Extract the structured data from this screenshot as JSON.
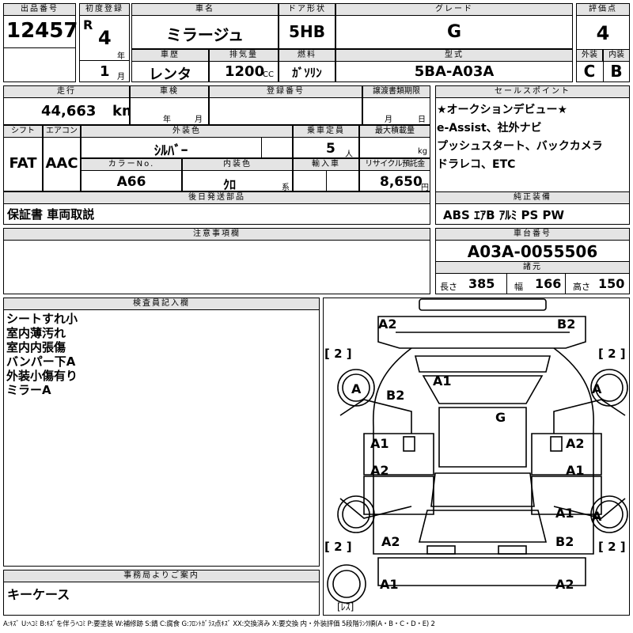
{
  "lot": {
    "label": "出品番号",
    "value": "12457"
  },
  "first_reg": {
    "label": "初度登録",
    "era": "R",
    "year": "4",
    "year_unit": "年",
    "month": "1",
    "month_unit": "月"
  },
  "car_name": {
    "label": "車名",
    "value": "ミラージュ"
  },
  "door": {
    "label": "ドア形状",
    "value": "5HB"
  },
  "grade": {
    "label": "グレード",
    "value": "G"
  },
  "score": {
    "label": "評価点",
    "value": "4"
  },
  "history": {
    "label": "車歴",
    "value": "レンタ"
  },
  "displacement": {
    "label": "排気量",
    "value": "1200",
    "unit": "CC"
  },
  "fuel": {
    "label": "燃料",
    "value": "ｶﾞｿﾘﾝ"
  },
  "model": {
    "label": "型式",
    "value": "5BA-A03A"
  },
  "ext_int": {
    "ext_label": "外装",
    "int_label": "内装",
    "ext_value": "C",
    "int_value": "B"
  },
  "mileage": {
    "label": "走行",
    "value": "44,663",
    "unit": "km"
  },
  "inspection": {
    "label": "車検",
    "year_unit": "年",
    "month_unit": "月"
  },
  "registration": {
    "label": "登録番号"
  },
  "transfer": {
    "label": "譲渡書類期限",
    "month_unit": "月",
    "day_unit": "日"
  },
  "sales_points": {
    "label": "セールスポイント",
    "lines": [
      "★オークションデビュー★",
      "e-Assist、社外ナビ",
      "プッシュスタート、バックカメラ",
      "ドラレコ、ETC"
    ]
  },
  "shift": {
    "label": "シフト",
    "value": "FAT"
  },
  "ac": {
    "label": "エアコン",
    "value": "AAC"
  },
  "ext_color": {
    "label": "外装色",
    "value": "ｼﾙﾊﾞｰ"
  },
  "capacity": {
    "label": "乗車定員",
    "value": "5",
    "unit": "人"
  },
  "max_load": {
    "label": "最大積載量",
    "unit": "kg"
  },
  "color_no": {
    "label": "カラーNo.",
    "value": "A66"
  },
  "int_color": {
    "label": "内装色",
    "value": "ｸﾛ",
    "unit": "系"
  },
  "import": {
    "label": "輸入車"
  },
  "recycle": {
    "label": "リサイクル預託金",
    "value": "8,650",
    "unit": "円"
  },
  "later_parts": {
    "label": "後日発送部品",
    "value": "保証書 車両取説"
  },
  "genuine": {
    "label": "純正装備",
    "value": "ABS ｴｱB ｱﾙﾐ PS PW"
  },
  "notes": {
    "label": "注意事項欄"
  },
  "chassis": {
    "label": "車台番号",
    "value": "A03A-0055506"
  },
  "dims": {
    "label": "諸元",
    "len_label": "長さ",
    "len": "385",
    "wid_label": "幅",
    "wid": "166",
    "hgt_label": "高さ",
    "hgt": "150"
  },
  "inspector": {
    "label": "検査員記入欄",
    "lines": [
      "シートすれ小",
      "室内薄汚れ",
      "室内内張傷",
      "バンパー下A",
      "外装小傷有り",
      "ミラーA"
    ]
  },
  "office": {
    "label": "事務局よりご案内",
    "value": "キーケース"
  },
  "diagram": {
    "tire_counts": [
      "[ 2 ]",
      "[ 2 ]",
      "[ 2 ]",
      "[ 2 ]"
    ],
    "spare_label": "[ﾚｽ]",
    "marks": [
      "A2",
      "B2",
      "A1",
      "B2",
      "A",
      "A",
      "G",
      "A1",
      "A2",
      "A2",
      "A1",
      "A2",
      "A",
      "A1",
      "A2",
      "B2",
      "A1",
      "A2"
    ]
  },
  "legend": "A:ｷｽﾞ U:ﾍｺﾐ B:ｷｽﾞを伴うﾍｺﾐ P:要塗装 W:補修跡 S:錆 C:腐食 G:ﾌﾛﾝﾄｶﾞﾗｽ点ｷｽﾞ XX:交換済み X:要交換 内・外装評価 5段階ﾗﾝｸ順(A・B・C・D・E) 2"
}
